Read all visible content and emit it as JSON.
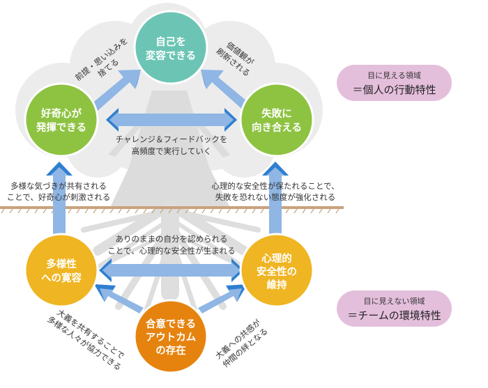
{
  "nodes": {
    "self_change": {
      "lines": [
        "自己を",
        "変容できる"
      ],
      "color": "#6cc5b4"
    },
    "curiosity": {
      "lines": [
        "好奇心が",
        "発揮できる"
      ],
      "color": "#8ec342"
    },
    "failure": {
      "lines": [
        "失敗に",
        "向き合える"
      ],
      "color": "#8ec342"
    },
    "diversity": {
      "lines": [
        "多様性",
        "への寛容"
      ],
      "color": "#efb522"
    },
    "safety": {
      "lines": [
        "心理的",
        "安全性の",
        "維持"
      ],
      "color": "#efb522"
    },
    "outcome": {
      "lines": [
        "合意できる",
        "アウトカム",
        "の存在"
      ],
      "color": "#e6830f"
    }
  },
  "labels": {
    "premise": [
      "前提・思い込みを",
      "捨てる"
    ],
    "values": [
      "価値観が",
      "刷新される"
    ],
    "challenge": [
      "チャレンジ＆フィードバックを",
      "高頻度で実行していく"
    ],
    "diverse_share": [
      "多様な気づきが共有される",
      "ことで、好奇心が刺激される"
    ],
    "safe_keep": [
      "心理的な安全性が保たれることで、",
      "失敗を恐れない態度が強化される"
    ],
    "accept": [
      "ありのままの自分を認められる",
      "ことで、心理的な安全性が生まれる"
    ],
    "cause": [
      "大義を共有することで",
      "多様な人々が協力できる"
    ],
    "empathy": [
      "大義への共感が",
      "仲間の絆となる"
    ]
  },
  "badges": {
    "visible": {
      "line1": "目に見える領域",
      "line2": "＝個人の行動特性"
    },
    "invisible": {
      "line1": "目に見えない領域",
      "line2": "＝チームの環境特性"
    }
  },
  "colors": {
    "arrow": "#8fb6e4",
    "arrow_head": "#2f7fd0",
    "ground": "#c9a27e",
    "cloud": "#ececec",
    "tree": "#d9d9d9",
    "badge": "#e4bfdc"
  }
}
